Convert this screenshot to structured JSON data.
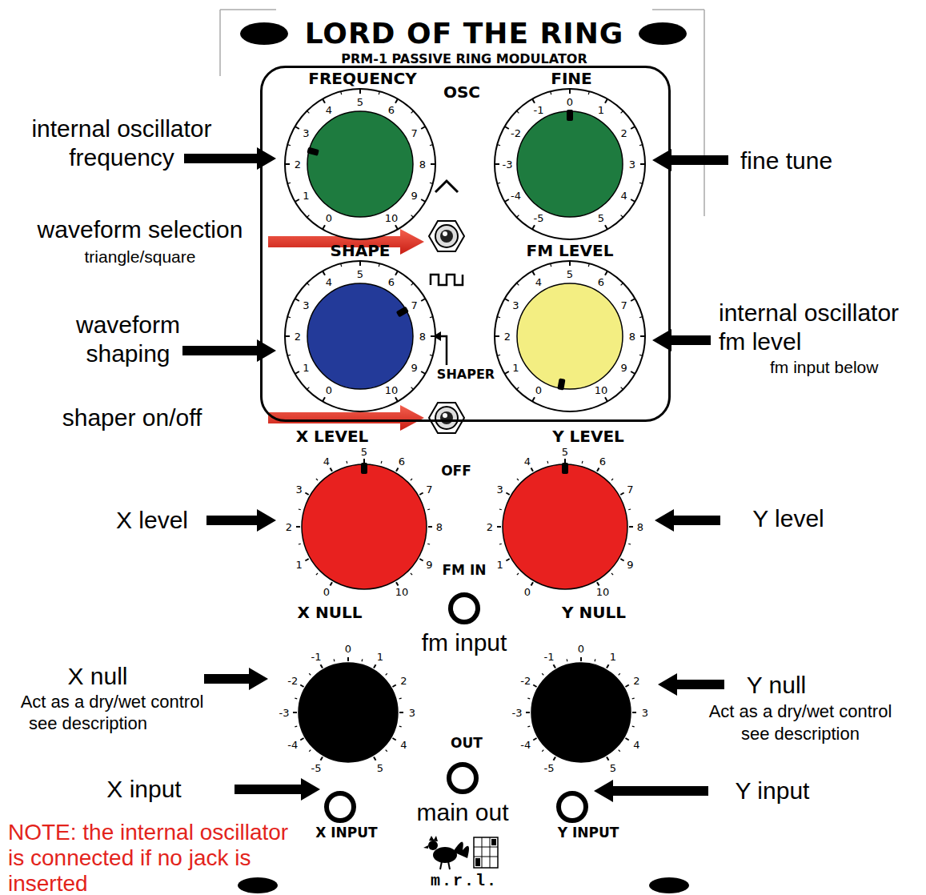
{
  "diagram": {
    "title": "LORD OF THE RING",
    "nodes": [
      {
        "text": [
          "OSC"
        ]
      },
      {
        "text": [
          "FREQUENCY",
          "0",
          "1",
          "2",
          "3",
          "4",
          "5",
          "6",
          "7",
          "8",
          "9",
          "10"
        ],
        "in": 0
      },
      {
        "text": [
          "FINE",
          "-5",
          "-4",
          "-3",
          "-2",
          "-1",
          "0",
          "1",
          "2",
          "3",
          "4",
          "5"
        ],
        "in": 0
      },
      {
        "text": [
          "SHAPE",
          "0",
          "1",
          "2",
          "3",
          "4",
          "5",
          "6",
          "7",
          "8",
          "9",
          "10"
        ],
        "in": 0
      },
      {
        "text": [
          "FM LEVEL",
          "0",
          "1",
          "2",
          "3",
          "4",
          "5",
          "6",
          "7",
          "8",
          "9",
          "10"
        ],
        "in": 0
      },
      {
        "text": [
          "X LEVEL",
          "0",
          "1",
          "2",
          "3",
          "4",
          "5",
          "6",
          "7",
          "8",
          "9",
          "10"
        ]
      },
      {
        "text": [
          "Y LEVEL",
          "0",
          "1",
          "2",
          "3",
          "4",
          "5",
          "6",
          "7",
          "8",
          "9",
          "10"
        ]
      },
      {
        "text": [
          "FM IN"
        ]
      },
      {
        "text": [
          "X NULL",
          "-5",
          "-4",
          "-3",
          "-2",
          "-1",
          "0",
          "1",
          "2",
          "3",
          "4",
          "5"
        ]
      },
      {
        "text": [
          "Y NULL",
          "-5",
          "-4",
          "-3",
          "-2",
          "-1",
          "0",
          "1",
          "2",
          "3",
          "4",
          "5"
        ]
      },
      {
        "text": [
          "OUT"
        ]
      },
      {
        "text": [
          "X INPUT"
        ]
      },
      {
        "text": [
          "Y INPUT"
        ]
      }
    ],
    "labels": [
      "PRM-1 PASSIVE RING MODULATOR",
      "internal oscillator frequency",
      "fine tune",
      "waveform selection",
      "triangle/square",
      "waveform shaping",
      "internal oscillator fm level",
      "fm input below",
      "SHAPER",
      "shaper on/off",
      "OFF",
      "X level",
      "Y level",
      "fm input",
      "X null",
      "Act as a dry/wet control",
      "see description",
      "Y null",
      "Act as a dry/wet control",
      "see description",
      "main out",
      "X input",
      "Y input",
      "NOTE: the internal oscillator is connected if no jack is inserted",
      "m.r.l."
    ]
  }
}
